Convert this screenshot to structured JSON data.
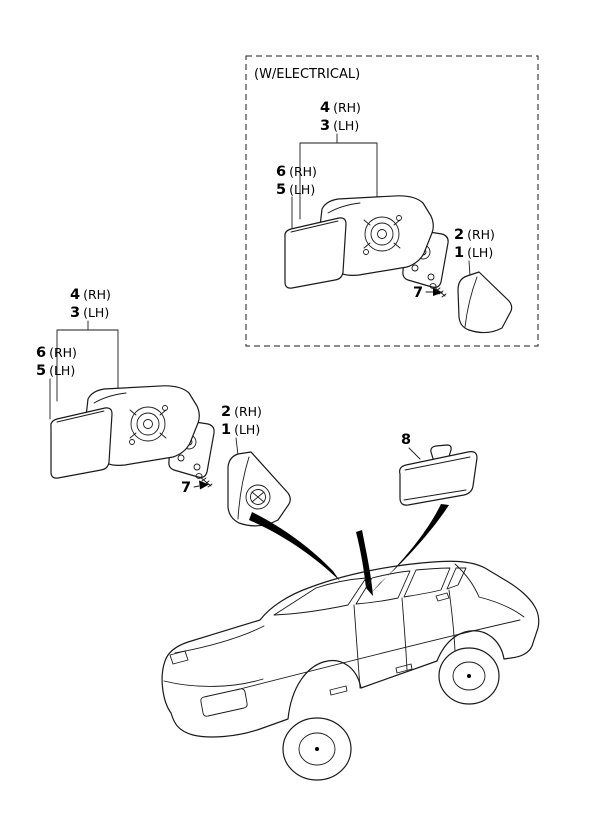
{
  "electrical": {
    "box_label": "(W/ELECTRICAL)",
    "assembly_callout": {
      "num_rh": "4",
      "side_rh": "(RH)",
      "num_lh": "3",
      "side_lh": "(LH)"
    },
    "glass_callout": {
      "num_rh": "6",
      "side_rh": "(RH)",
      "num_lh": "5",
      "side_lh": "(LH)"
    },
    "cover_callout": {
      "num_rh": "2",
      "side_rh": "(RH)",
      "num_lh": "1",
      "side_lh": "(LH)"
    },
    "screw_callout": {
      "num": "7"
    }
  },
  "manual": {
    "assembly_callout": {
      "num_rh": "4",
      "side_rh": "(RH)",
      "num_lh": "3",
      "side_lh": "(LH)"
    },
    "glass_callout": {
      "num_rh": "6",
      "side_rh": "(RH)",
      "num_lh": "5",
      "side_lh": "(LH)"
    },
    "cover_callout": {
      "num_rh": "2",
      "side_rh": "(RH)",
      "num_lh": "1",
      "side_lh": "(LH)"
    },
    "screw_callout": {
      "num": "7"
    }
  },
  "inside_mirror_callout": {
    "num": "8"
  },
  "colors": {
    "line": "#1a1a1a",
    "background": "#ffffff"
  }
}
